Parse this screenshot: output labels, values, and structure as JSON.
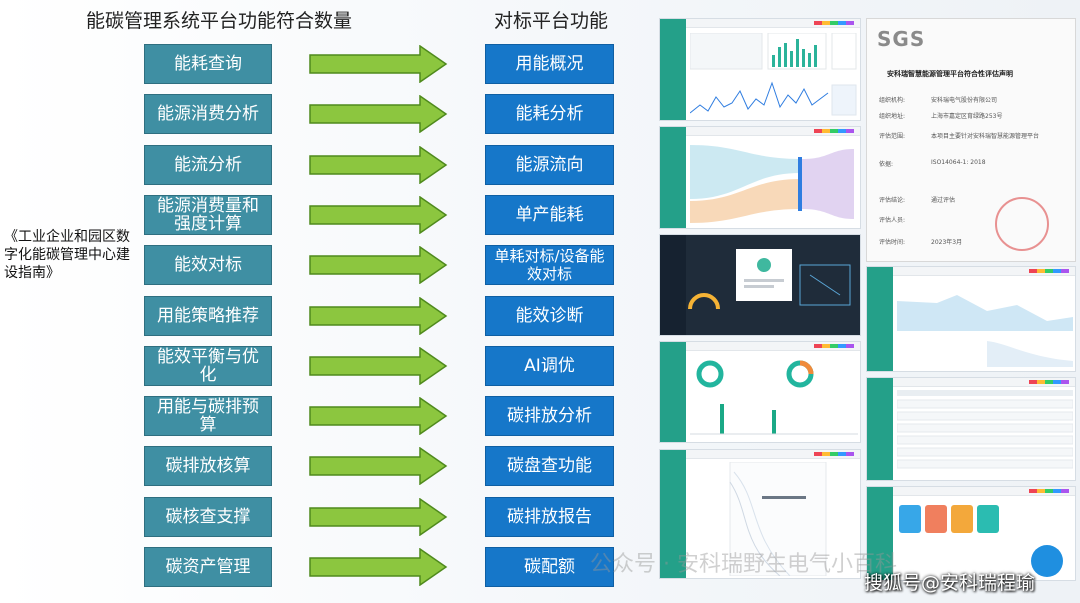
{
  "left_heading": "能碳管理系统平台功能符合数量",
  "right_heading": "对标平台功能",
  "side_label": "《工业企业和园区数字化能碳管理中心建设指南》",
  "left_items": [
    "能耗查询",
    "能源消费分析",
    "能流分析",
    "能源消费量和强度计算",
    "能效对标",
    "用能策略推荐",
    "能效平衡与优化",
    "用能与碳排预算",
    "碳排放核算",
    "碳核查支撑",
    "碳资产管理"
  ],
  "right_items": [
    "用能概况",
    "能耗分析",
    "能源流向",
    "单产能耗",
    "单耗对标/设备能效对标",
    "能效诊断",
    "AI调优",
    "碳排放分析",
    "碳盘查功能",
    "碳排放报告",
    "碳配额"
  ],
  "certificate": {
    "logo": "SGS",
    "title": "安科瑞智慧能源管理平台符合性评估声明",
    "rows": [
      {
        "label": "组织机构:",
        "value": "安科瑞电气股份有限公司"
      },
      {
        "label": "组织地址:",
        "value": "上海市嘉定区育绿路253号"
      },
      {
        "label": "评估范围:",
        "value": "本项目主要针对安科瑞智慧能源管理平台"
      },
      {
        "label": "依据:",
        "value": "ISO14064-1: 2018"
      },
      {
        "label": "评估结论:",
        "value": "通过评估"
      },
      {
        "label": "评估人员:",
        "value": ""
      },
      {
        "label": "评估时间:",
        "value": "2023年3月"
      }
    ]
  },
  "watermark": "公众号 · 安科瑞野生电气小百科",
  "watermark2": "搜狐号@安科瑞程瑜",
  "colors": {
    "left_box": "#3f8fa3",
    "right_box": "#1677c9",
    "arrow": "#8cc63f",
    "sidebar": "#24a089"
  }
}
